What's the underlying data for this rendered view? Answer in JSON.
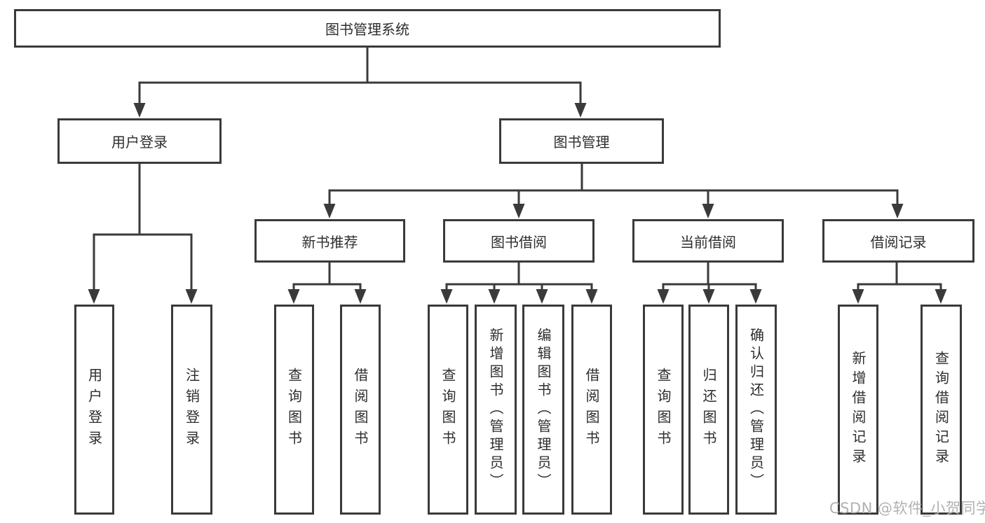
{
  "title": "图书管理系统",
  "watermark": "CSDN @软件_小贺同学",
  "colors": {
    "line": "#3a3a3a",
    "box_border": "#3a3a3a",
    "text": "#2e2e2e",
    "watermark": "#b2b2b2",
    "background": "#ffffff"
  },
  "tree": {
    "root": {
      "label": "图书管理系统",
      "children": [
        {
          "label": "用户登录",
          "children": [
            {
              "label": "用户登录"
            },
            {
              "label": "注销登录"
            }
          ]
        },
        {
          "label": "图书管理",
          "children": [
            {
              "label": "新书推荐",
              "children": [
                {
                  "label": "查询图书"
                },
                {
                  "label": "借阅图书"
                }
              ]
            },
            {
              "label": "图书借阅",
              "children": [
                {
                  "label": "查询图书"
                },
                {
                  "label": "新增图书（管理员）"
                },
                {
                  "label": "编辑图书（管理员）"
                },
                {
                  "label": "借阅图书"
                }
              ]
            },
            {
              "label": "当前借阅",
              "children": [
                {
                  "label": "查询图书"
                },
                {
                  "label": "归还图书"
                },
                {
                  "label": "确认归还（管理员）"
                }
              ]
            },
            {
              "label": "借阅记录",
              "children": [
                {
                  "label": "新增借阅记录"
                },
                {
                  "label": "查询借阅记录"
                }
              ]
            }
          ]
        }
      ]
    }
  }
}
